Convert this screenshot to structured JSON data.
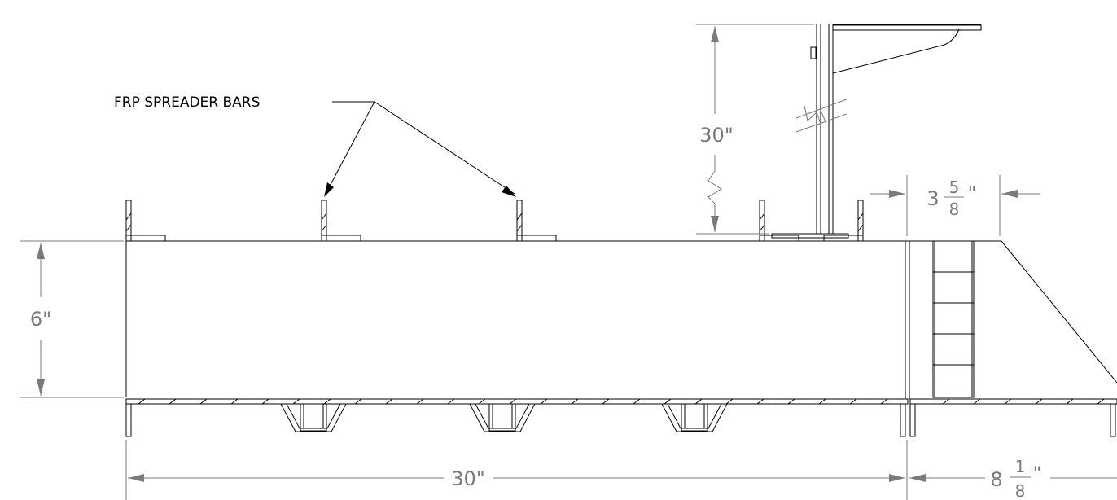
{
  "callout": {
    "label": "FRP SPREADER BARS"
  },
  "dimensions": {
    "overall_width": "30\"",
    "section_height": "6\"",
    "riser_height": "30\"",
    "right_offset": {
      "whole": "8",
      "numerator": "1",
      "denominator": "8",
      "unit": "\""
    },
    "gap_width": {
      "whole": "3",
      "numerator": "5",
      "denominator": "8",
      "unit": "\""
    }
  },
  "colors": {
    "object": "#000000",
    "dimension": "#7a7a7a",
    "background": "#ffffff"
  }
}
